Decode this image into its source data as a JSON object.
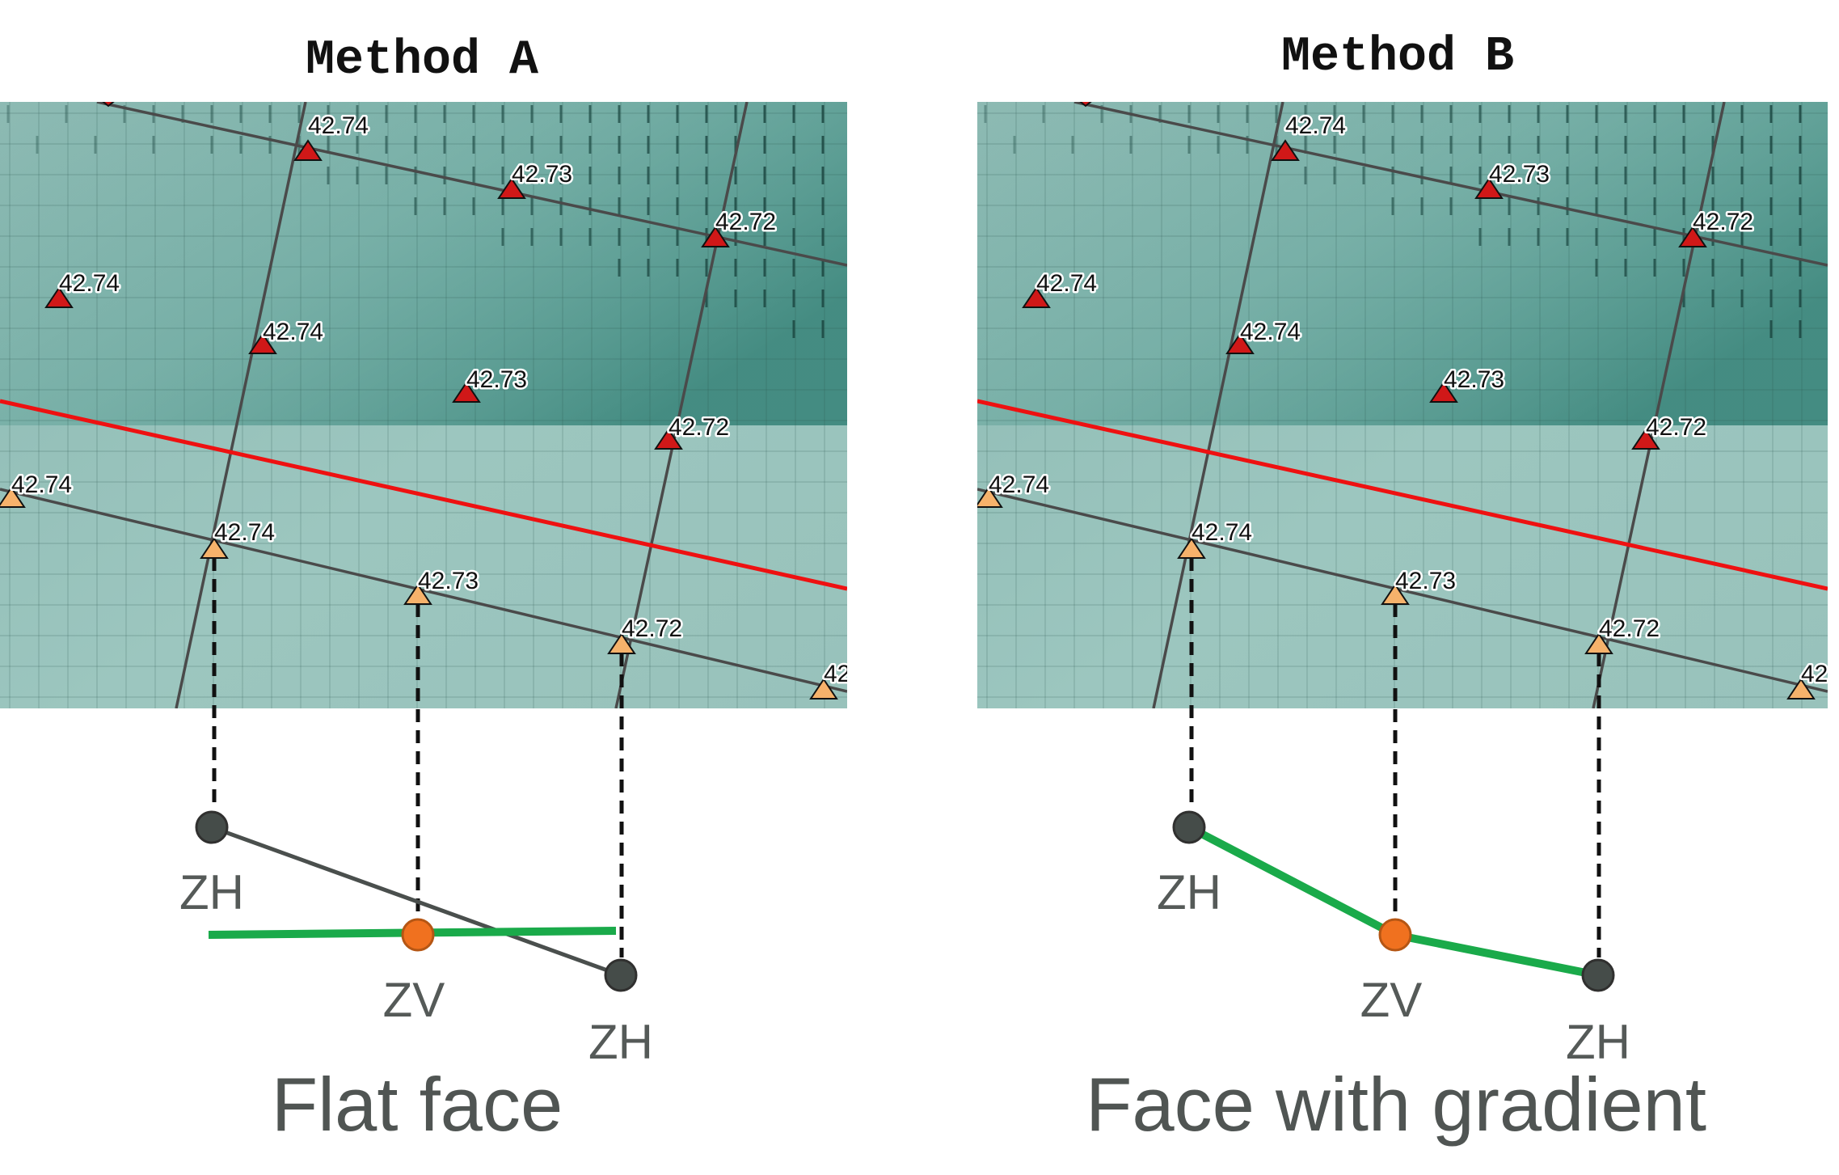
{
  "colors": {
    "map_bg": "#96c0b9",
    "map_dark": "#3f8f84",
    "grid_line": "#27524c",
    "road": "#4a4a4a",
    "boundary": "#ee1111",
    "point_red": "#d01818",
    "point_orange": "#f6b26b",
    "node_gray": "#454c49",
    "node_orange": "#f0711f",
    "face_line": "#1aaa4a",
    "label_gray": "#505553"
  },
  "panels": [
    {
      "title": "Method A",
      "caption": "Flat face",
      "point_labels": [
        "42.74",
        "42.73",
        "42.72",
        "42.74",
        "42.74",
        "42.73",
        "42.72",
        "42.74",
        "42.74",
        "42.73",
        "42.72",
        "42"
      ],
      "node_labels": [
        "ZH",
        "ZV",
        "ZH"
      ]
    },
    {
      "title": "Method B",
      "caption": "Face with gradient",
      "point_labels": [
        "42.74",
        "42.73",
        "42.72",
        "42.74",
        "42.74",
        "42.73",
        "42.72",
        "42.74",
        "42.74",
        "42.73",
        "42.72",
        "42"
      ],
      "node_labels": [
        "ZH",
        "ZV",
        "ZH"
      ]
    }
  ]
}
